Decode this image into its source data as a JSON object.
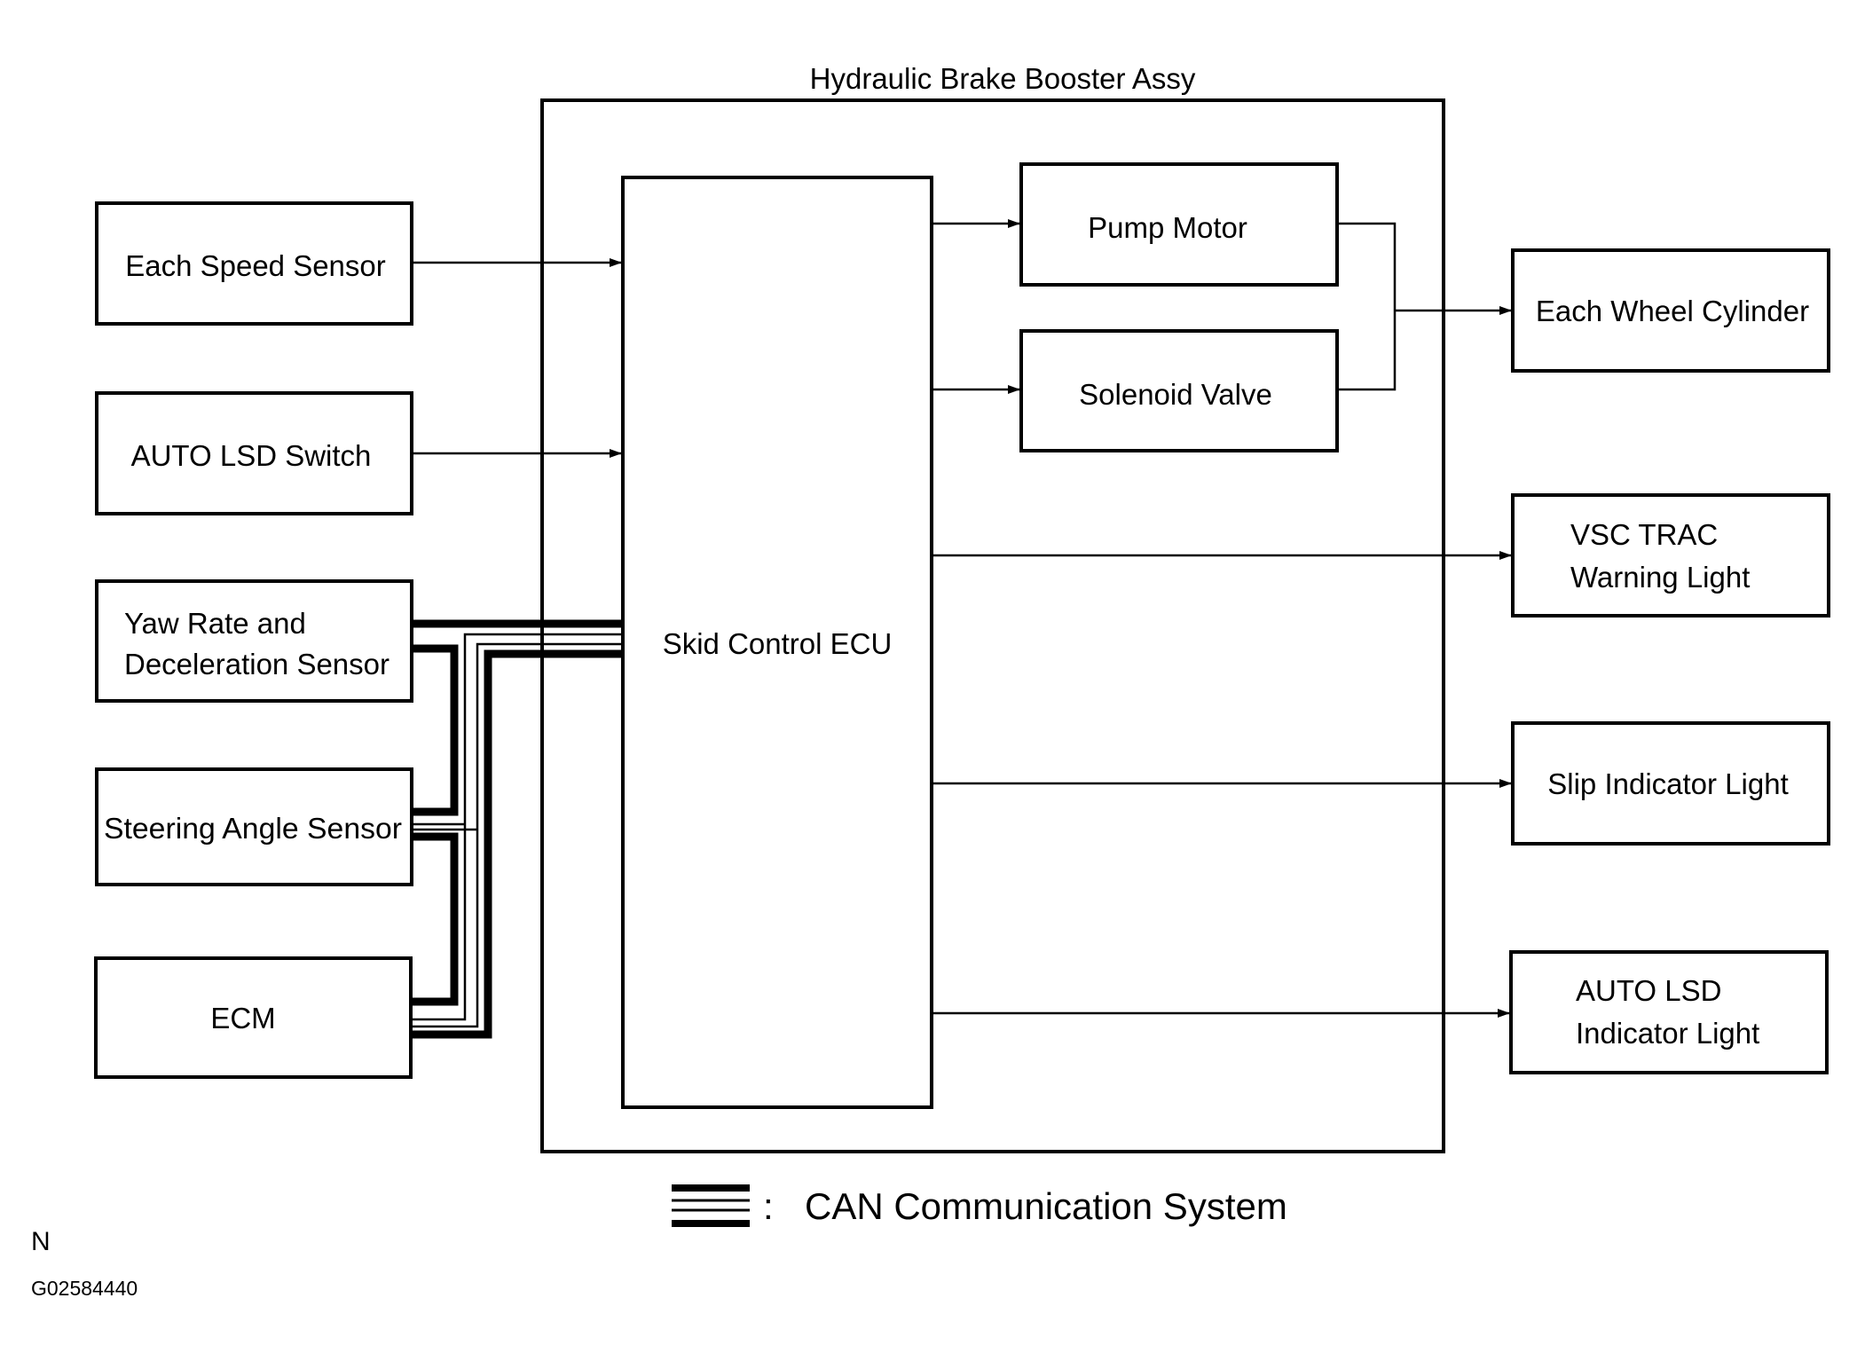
{
  "assembly": {
    "title": "Hydraulic Brake Booster Assy"
  },
  "inputs": {
    "each_speed_sensor": "Each Speed Sensor",
    "auto_lsd_switch": "AUTO LSD Switch",
    "yaw_rate_line1": "Yaw Rate and",
    "yaw_rate_line2": "Deceleration Sensor",
    "steering_angle_sensor": "Steering Angle Sensor",
    "ecm": "ECM"
  },
  "internal": {
    "skid_control_ecu": "Skid Control ECU",
    "pump_motor": "Pump Motor",
    "solenoid_valve": "Solenoid Valve"
  },
  "outputs": {
    "each_wheel_cylinder": "Each Wheel Cylinder",
    "vsc_trac_line1": "VSC TRAC",
    "vsc_trac_line2": "Warning Light",
    "slip_indicator_light": "Slip Indicator Light",
    "auto_lsd_ind_line1": "AUTO LSD",
    "auto_lsd_ind_line2": "Indicator Light"
  },
  "legend": {
    "colon": ":",
    "label": "CAN Communication System"
  },
  "footer": {
    "letter": "N",
    "code": "G02584440"
  }
}
